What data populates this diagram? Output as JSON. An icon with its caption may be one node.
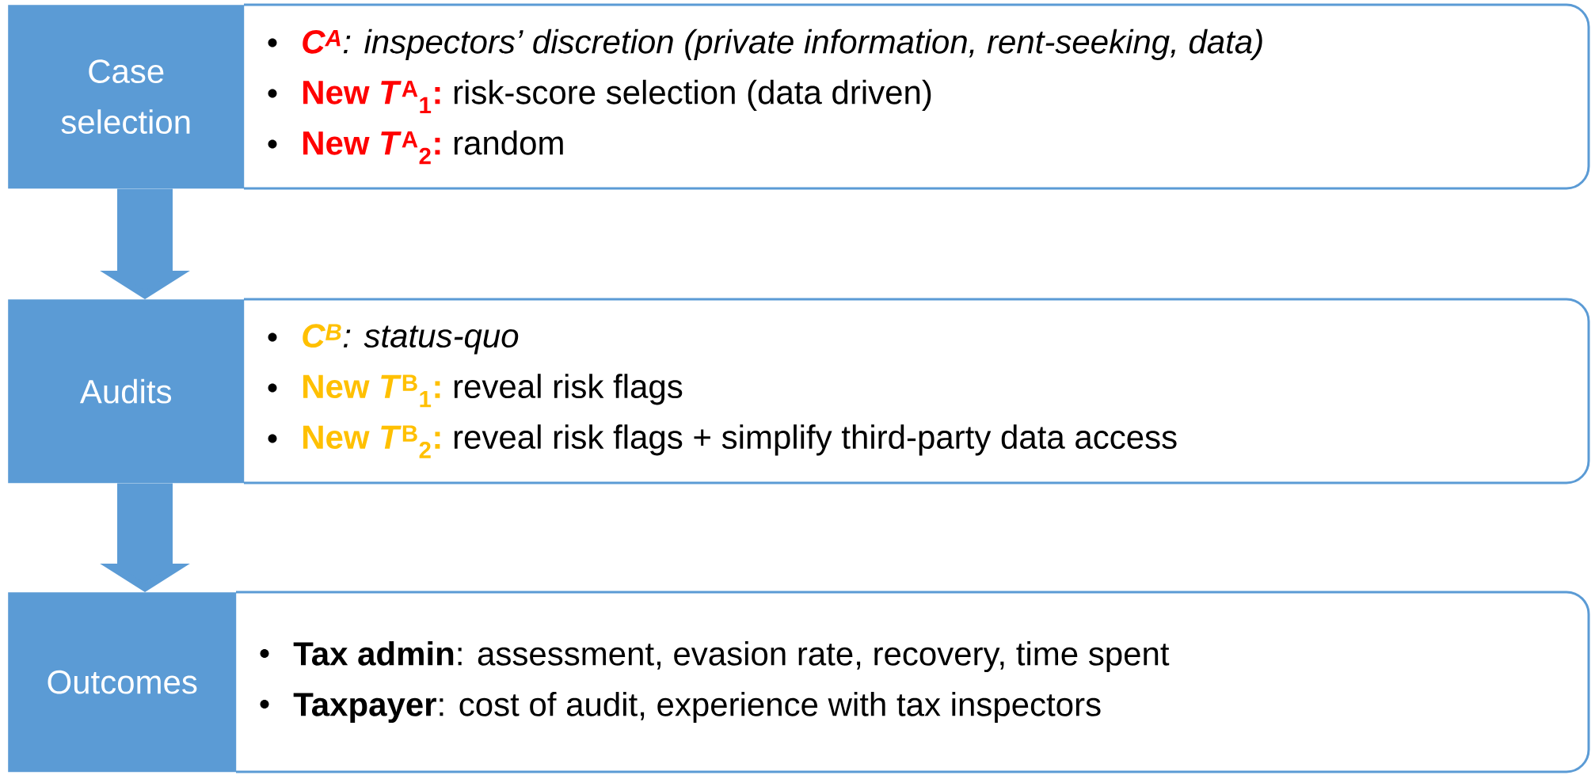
{
  "diagram": {
    "nodes": [
      {
        "text": [
          "Case selection"
        ]
      },
      {
        "text": [
          "C$^{A}$",
          ": inspectors’ discretion (private information, rent-seeking, data)",
          "New *T*$^{A}$$_{1}$:",
          "risk-score selection (data driven)",
          "New *T*$^{A}$$_{2}$:",
          "random"
        ]
      },
      {
        "text": [
          "Audits"
        ]
      },
      {
        "text": [
          "C$^{B}$",
          ": status-quo",
          "New *T*$^{B}$$_{1}$:",
          "reveal risk flags",
          "New *T*$^{B}$$_{2}$:",
          "reveal risk flags + simplify third-party data access"
        ]
      },
      {
        "text": [
          "Outcomes"
        ]
      },
      {
        "text": [
          "**Tax admin**: assessment, evasion rate, recovery, time spent",
          "**Taxpayer**: cost of audit, experience with tax inspectors"
        ]
      }
    ],
    "edges": [
      {
        "from": 0,
        "to": 2,
        "arrow": "to"
      },
      {
        "from": 2,
        "to": 4,
        "arrow": "to"
      }
    ]
  }
}
